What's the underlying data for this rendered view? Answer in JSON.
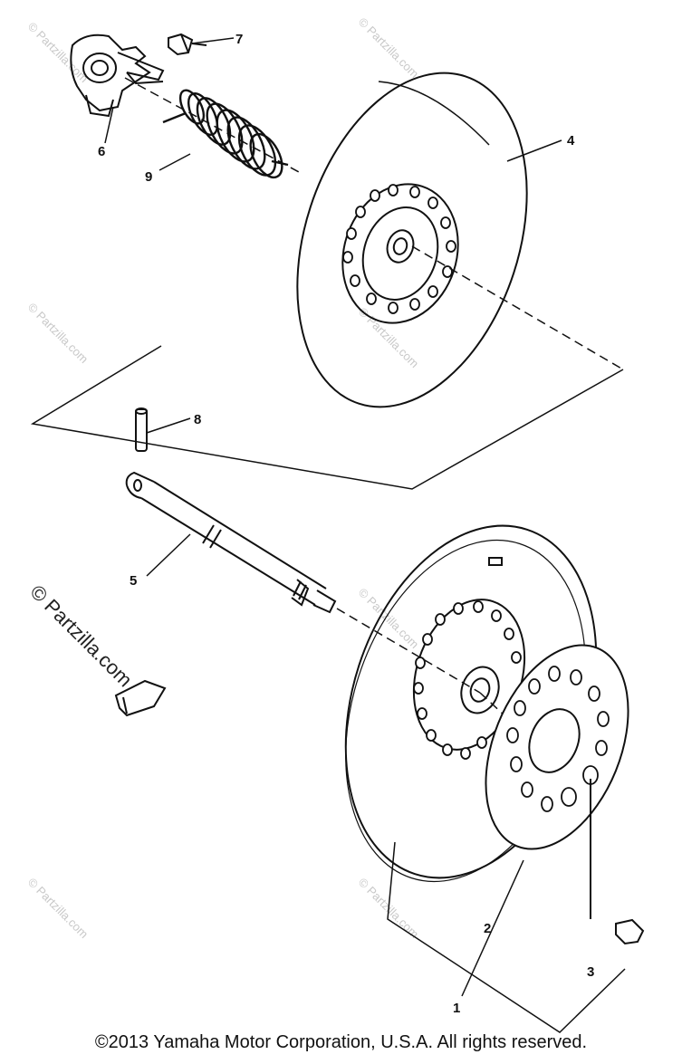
{
  "callouts": {
    "p1": "1",
    "p2": "2",
    "p3": "3",
    "p4": "4",
    "p5": "5",
    "p6": "6",
    "p7": "7",
    "p8": "8",
    "p9": "9"
  },
  "watermark": {
    "small": "© Partzilla.com",
    "large": "© Partzilla.com"
  },
  "copyright": "©2013 Yamaha Motor Corporation, U.S.A. All rights reserved."
}
